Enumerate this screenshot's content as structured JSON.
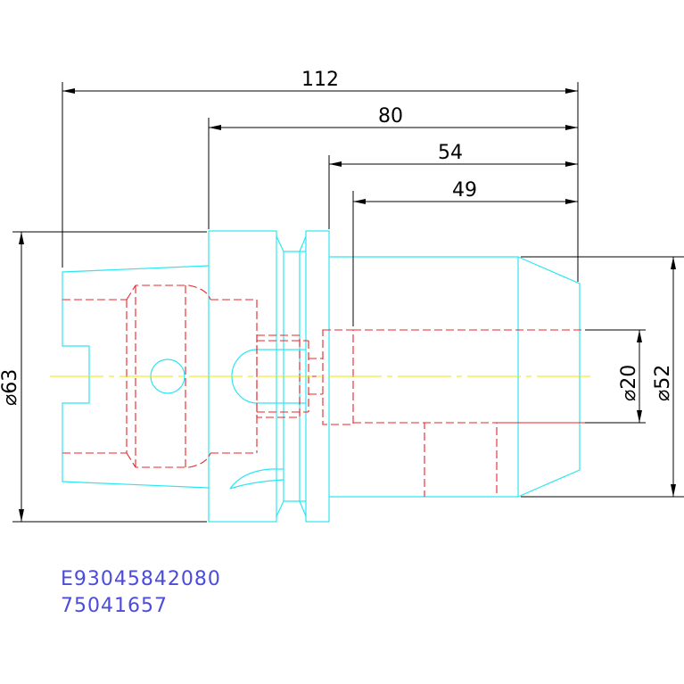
{
  "dimensions": {
    "overall_length": "112",
    "length_80": "80",
    "length_54": "54",
    "length_49": "49",
    "diameter_63": "⌀63",
    "diameter_20": "⌀20",
    "diameter_52": "⌀52"
  },
  "labels": {
    "part_code": "E93045842080",
    "article_number": "75041657"
  },
  "colors": {
    "outline": "#2ee6f0",
    "hidden": "#e8252b",
    "centerline": "#e8e800",
    "dimension": "#000000",
    "label_text": "#4b4bdc"
  }
}
